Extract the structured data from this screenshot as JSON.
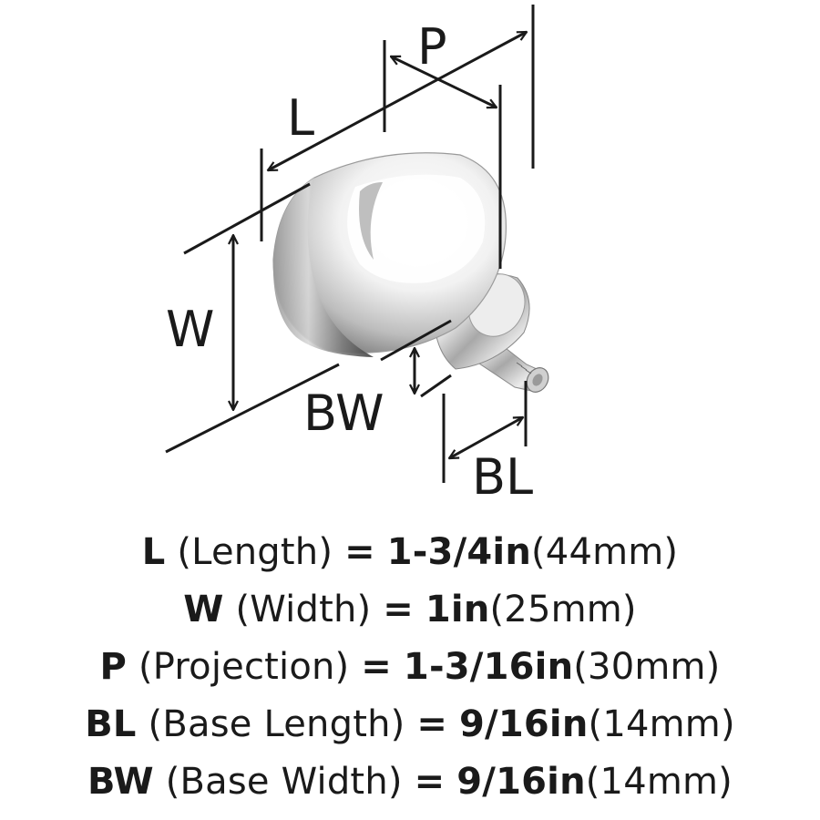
{
  "diagram": {
    "labels": {
      "length": "L",
      "projection": "P",
      "width": "W",
      "base_width": "BW",
      "base_length": "BL"
    }
  },
  "specs": [
    {
      "key": "L",
      "desc": "(Length)",
      "eq": "=",
      "value": "1-3/4in",
      "metric": "(44mm)"
    },
    {
      "key": "W",
      "desc": "(Width)",
      "eq": "=",
      "value": "1in",
      "metric": "(25mm)"
    },
    {
      "key": "P",
      "desc": "(Projection)",
      "eq": "=",
      "value": "1-3/16in",
      "metric": "(30mm)"
    },
    {
      "key": "BL",
      "desc": "(Base Length)",
      "eq": "=",
      "value": "9/16in",
      "metric": "(14mm)"
    },
    {
      "key": "BW",
      "desc": "(Base Width)",
      "eq": "=",
      "value": "9/16in",
      "metric": "(14mm)"
    }
  ]
}
